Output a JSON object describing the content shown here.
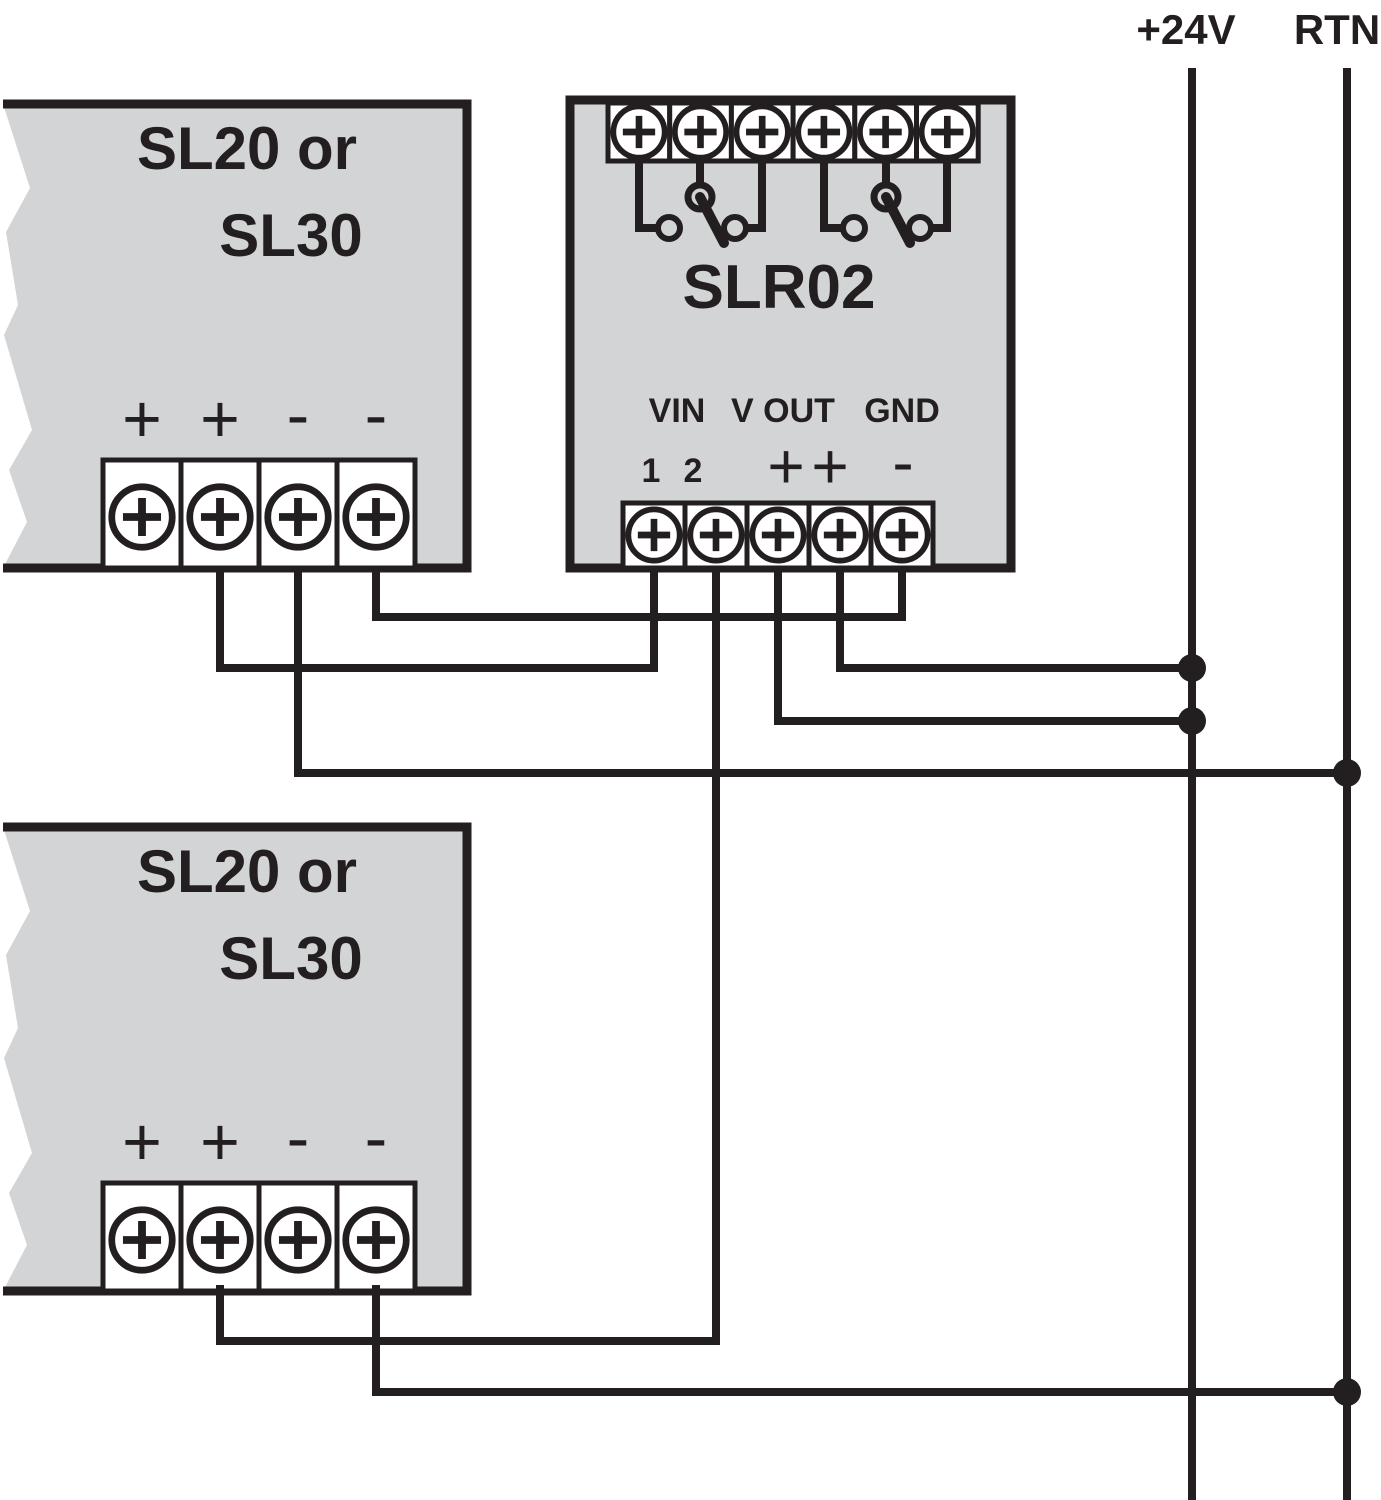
{
  "colors": {
    "module_fill": "#d3d4d6",
    "line": "#231f20",
    "terminal_fill": "#ffffff"
  },
  "rails": {
    "positive_label": "+24V",
    "return_label": "RTN"
  },
  "module_top": {
    "title_line1": "SL20 or",
    "title_line2": "SL30",
    "terminal_labels": [
      "+",
      "+",
      "-",
      "-"
    ]
  },
  "module_bottom": {
    "title_line1": "SL20 or",
    "title_line2": "SL30",
    "terminal_labels": [
      "+",
      "+",
      "-",
      "-"
    ]
  },
  "relay_module": {
    "title": "SLR02",
    "group_labels": [
      "VIN",
      "V OUT",
      "GND"
    ],
    "terminal_labels": [
      "1",
      "2",
      "+",
      "+",
      "-"
    ]
  }
}
